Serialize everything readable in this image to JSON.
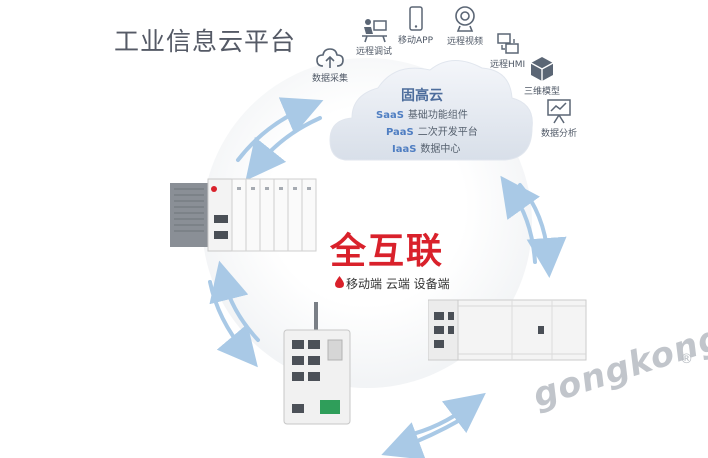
{
  "title": "工业信息云平台",
  "icons": [
    {
      "name": "data-collect",
      "label": "数据采集",
      "icon": "cloud-upload-icon"
    },
    {
      "name": "remote-debug",
      "label": "远程调试",
      "icon": "workstation-icon"
    },
    {
      "name": "mobile-app",
      "label": "移动APP",
      "icon": "mobile-phone-icon"
    },
    {
      "name": "remote-video",
      "label": "远程视频",
      "icon": "webcam-icon"
    },
    {
      "name": "remote-hmi",
      "label": "远程HMI",
      "icon": "hmi-screen-icon"
    },
    {
      "name": "3d-model",
      "label": "三维模型",
      "icon": "cube-icon"
    },
    {
      "name": "data-analysis",
      "label": "数据分析",
      "icon": "chart-board-icon"
    }
  ],
  "cloud": {
    "title": "固高云",
    "lines": [
      {
        "tag": "SaaS",
        "text": "基础功能组件"
      },
      {
        "tag": "PaaS",
        "text": "二次开发平台"
      },
      {
        "tag": "IaaS",
        "text": "数据中心"
      }
    ]
  },
  "brand": "全互联",
  "subtitle": "移动端 云端 设备端",
  "watermark": "gongkong",
  "watermark_mark": "®",
  "colors": {
    "brand_red": "#d9212b",
    "arrow_blue": "#a9c9e6",
    "cloud_blue": "#4f7ec2",
    "text_gray": "#555a66"
  }
}
